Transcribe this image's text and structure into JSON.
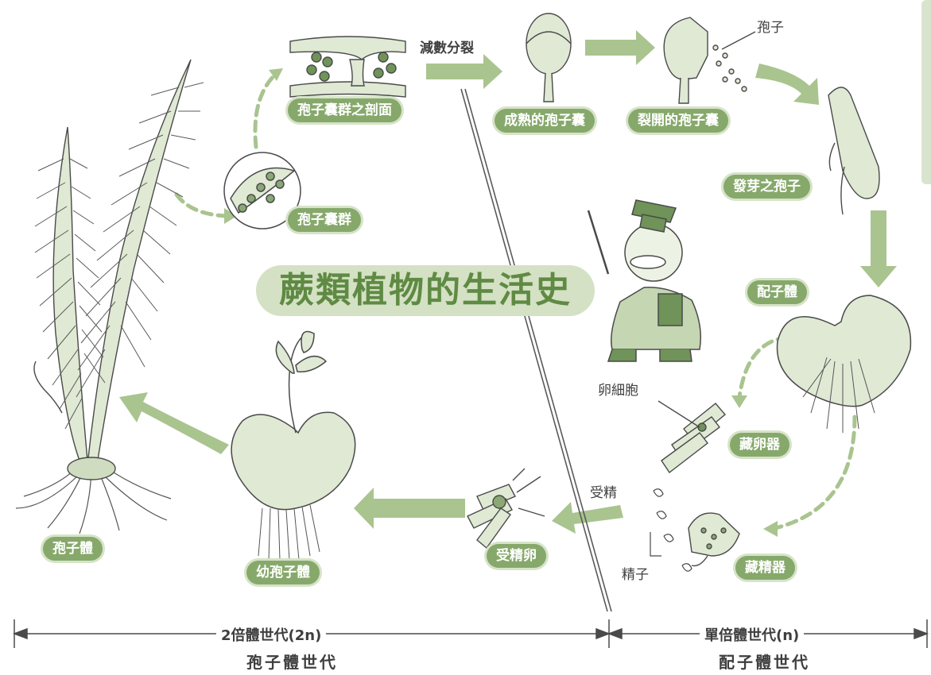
{
  "title": "蕨類植物的生活史",
  "stages": {
    "sorus_section": "孢子囊群之剖面",
    "mature_sporangium": "成熟的孢子囊",
    "open_sporangium": "裂開的孢子囊",
    "germinating_spore": "發芽之孢子",
    "gametophyte": "配子體",
    "archegonium": "藏卵器",
    "antheridium": "藏精器",
    "zygote": "受精卵",
    "young_sporophyte": "幼孢子體",
    "sporophyte": "孢子體",
    "sorus": "孢子囊群"
  },
  "annotations": {
    "meiosis": "減數分裂",
    "spore": "孢子",
    "egg_cell": "卵細胞",
    "sperm": "精子",
    "fertilization": "受精"
  },
  "axis": {
    "diploid": "2倍體世代(2n)",
    "diploid_sub": "孢子體世代",
    "haploid": "單倍體世代(n)",
    "haploid_sub": "配子體世代"
  },
  "colors": {
    "accent": "#86a96b",
    "accent_light": "#d4e1c4",
    "arrow": "#a9c48f",
    "line": "#4a4a4a"
  }
}
